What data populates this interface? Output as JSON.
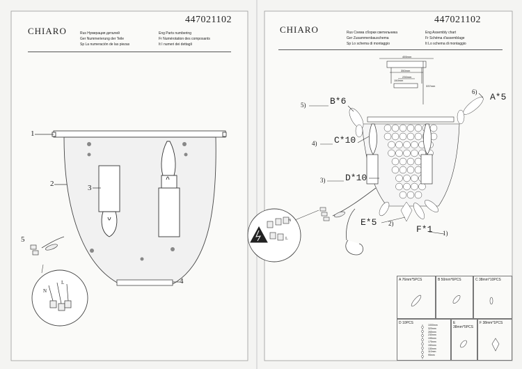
{
  "left": {
    "code": "447021102",
    "brand": "CHIARO",
    "header": {
      "rus": "Rus  Нумерация деталей",
      "ger": "Ger  Nummerierung der Teile",
      "sp": "Sp  La numeración de las piezas",
      "eng": "Eng  Parts numbering",
      "fr": "Fr  Numérotation des composants",
      "it": "It  I numeri dei dettagli"
    },
    "labels": [
      "1",
      "2",
      "3",
      "4",
      "5"
    ],
    "wiring": {
      "n": "N",
      "l": "L"
    }
  },
  "right": {
    "code": "447021102",
    "brand": "CHIARO",
    "header": {
      "rus": "Rus  Схема сборки светильника",
      "ger": "Ger  Zusammenbauschema",
      "sp": "Sp  Lo schema di montaggio",
      "eng": "Eng  Assembly chart",
      "fr": "Fr  Schéma d'assemblage",
      "it": "It  Lo schema di montaggio"
    },
    "dims": {
      "d1": "455mm",
      "d2": "350mm",
      "d3": "230mm",
      "h1": "150mm",
      "h2": "337mm"
    },
    "callouts": {
      "c5": "5)",
      "b": "B*6",
      "c4": "4)",
      "c": "C*10",
      "c3": "3)",
      "d": "D*10",
      "e": "E*5",
      "c2": "2)",
      "f": "F*1",
      "c1": "1)",
      "c6": "6)",
      "a": "A*5"
    },
    "wiring": {
      "n": "N",
      "l": "L"
    },
    "parts_table": {
      "a": "A  76mm*5PCS",
      "b": "B  50mm*6PCS",
      "c": "C  38mm*10PCS",
      "d": "D  10PCS",
      "e": "E  38mm*5PCS",
      "f": "F  38mm*1PCS"
    },
    "d_strand": [
      "1000mm",
      "320mm",
      "265mm",
      "230mm",
      "195mm",
      "175mm",
      "150mm",
      "130mm",
      "110mm",
      "95mm"
    ]
  }
}
